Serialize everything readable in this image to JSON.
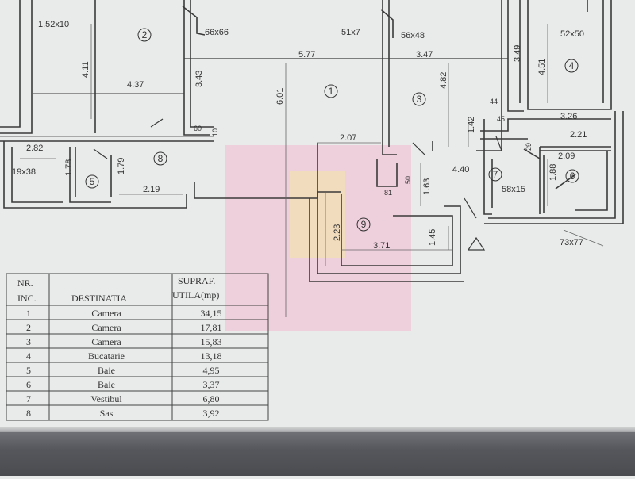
{
  "plan": {
    "rooms": [
      {
        "id": "r1",
        "number": "1"
      },
      {
        "id": "r2",
        "number": "2"
      },
      {
        "id": "r3",
        "number": "3"
      },
      {
        "id": "r4",
        "number": "4"
      },
      {
        "id": "r5",
        "number": "5"
      },
      {
        "id": "r6",
        "number": "6"
      },
      {
        "id": "r7",
        "number": "7"
      },
      {
        "id": "r8",
        "number": "8"
      },
      {
        "id": "r9",
        "number": "9"
      }
    ],
    "dimensions": [
      {
        "id": "d1",
        "text": "1.52x10"
      },
      {
        "id": "d2",
        "text": "66x66"
      },
      {
        "id": "d3",
        "text": "51x7"
      },
      {
        "id": "d4",
        "text": "56x48"
      },
      {
        "id": "d5",
        "text": "52x50"
      },
      {
        "id": "d6",
        "text": "5.77"
      },
      {
        "id": "d7",
        "text": "3.47"
      },
      {
        "id": "d8",
        "text": "3.49"
      },
      {
        "id": "d9",
        "text": "4.11"
      },
      {
        "id": "d10",
        "text": "4.37"
      },
      {
        "id": "d11",
        "text": "3.43"
      },
      {
        "id": "d12",
        "text": "6.01"
      },
      {
        "id": "d13",
        "text": "4.82"
      },
      {
        "id": "d14",
        "text": "4.51"
      },
      {
        "id": "d15",
        "text": "44"
      },
      {
        "id": "d16",
        "text": "45"
      },
      {
        "id": "d17",
        "text": "3.26"
      },
      {
        "id": "d18",
        "text": "1.42"
      },
      {
        "id": "d19",
        "text": "2.21"
      },
      {
        "id": "d20",
        "text": "60"
      },
      {
        "id": "d21",
        "text": "10"
      },
      {
        "id": "d22",
        "text": "2.82"
      },
      {
        "id": "d23",
        "text": "2.07"
      },
      {
        "id": "d24",
        "text": "29"
      },
      {
        "id": "d25",
        "text": "2.09"
      },
      {
        "id": "d26",
        "text": "19x38"
      },
      {
        "id": "d27",
        "text": "1.78"
      },
      {
        "id": "d28",
        "text": "1.79"
      },
      {
        "id": "d29",
        "text": "2.19"
      },
      {
        "id": "d30",
        "text": "50"
      },
      {
        "id": "d31",
        "text": "81"
      },
      {
        "id": "d32",
        "text": "4.40"
      },
      {
        "id": "d33",
        "text": "1.63"
      },
      {
        "id": "d34",
        "text": "58x15"
      },
      {
        "id": "d35",
        "text": "1.88"
      },
      {
        "id": "d36",
        "text": "2.23"
      },
      {
        "id": "d37",
        "text": "1.45"
      },
      {
        "id": "d38",
        "text": "3.71"
      },
      {
        "id": "d39",
        "text": "73x77"
      }
    ]
  },
  "table": {
    "headers": {
      "nr": "NR.",
      "inc": "INC.",
      "destinatia": "DESTINATIA",
      "supraf": "SUPRAF.",
      "utila": "UTILA(mp)"
    },
    "rows": [
      {
        "nr": "1",
        "destinatia": "Camera",
        "suprafata": "34,15"
      },
      {
        "nr": "2",
        "destinatia": "Camera",
        "suprafata": "17,81"
      },
      {
        "nr": "3",
        "destinatia": "Camera",
        "suprafata": "15,83"
      },
      {
        "nr": "4",
        "destinatia": "Bucatarie",
        "suprafata": "13,18"
      },
      {
        "nr": "5",
        "destinatia": "Baie",
        "suprafata": "4,95"
      },
      {
        "nr": "6",
        "destinatia": "Baie",
        "suprafata": "3,37"
      },
      {
        "nr": "7",
        "destinatia": "Vestibul",
        "suprafata": "6,80"
      },
      {
        "nr": "8",
        "destinatia": "Sas",
        "suprafata": "3,92"
      }
    ]
  },
  "colors": {
    "watermark": "#f3b8cf",
    "ink": "#333333",
    "paper": "#e9ebea"
  }
}
